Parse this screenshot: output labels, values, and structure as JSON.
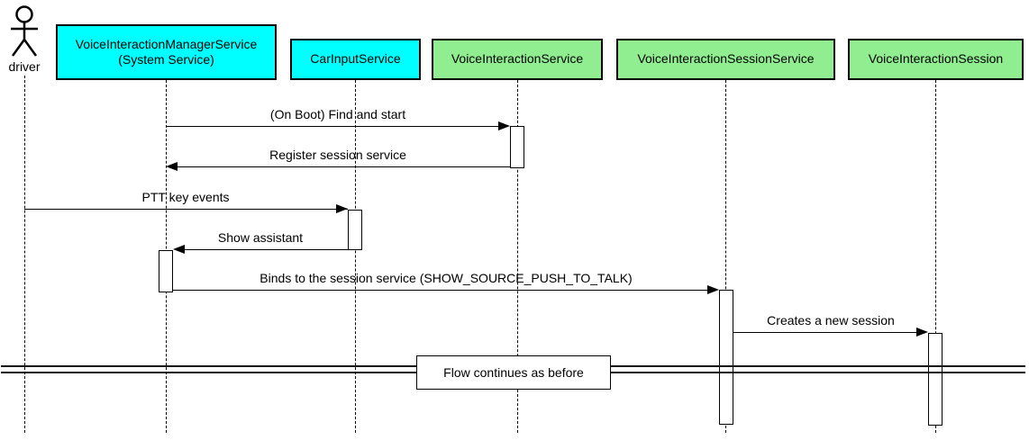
{
  "diagram": {
    "type": "uml-sequence-diagram",
    "actor": {
      "label": "driver"
    },
    "participants": [
      {
        "label": "VoiceInteractionManagerService\n(System Service)",
        "fill": "#00FFFF"
      },
      {
        "label": "CarInputService",
        "fill": "#00FFFF"
      },
      {
        "label": "VoiceInteractionService",
        "fill": "#90EE90"
      },
      {
        "label": "VoiceInteractionSessionService",
        "fill": "#90EE90"
      },
      {
        "label": "VoiceInteractionSession",
        "fill": "#90EE90"
      }
    ],
    "messages": [
      {
        "label": "(On Boot) Find and start",
        "from": "VoiceInteractionManagerService",
        "to": "VoiceInteractionService",
        "direction": "right"
      },
      {
        "label": "Register session service",
        "from": "VoiceInteractionService",
        "to": "VoiceInteractionManagerService",
        "direction": "left"
      },
      {
        "label": "PTT key events",
        "from": "driver",
        "to": "CarInputService",
        "direction": "right"
      },
      {
        "label": "Show assistant",
        "from": "CarInputService",
        "to": "VoiceInteractionManagerService",
        "direction": "left"
      },
      {
        "label": "Binds to the session service (SHOW_SOURCE_PUSH_TO_TALK)",
        "from": "VoiceInteractionManagerService",
        "to": "VoiceInteractionSessionService",
        "direction": "right"
      },
      {
        "label": "Creates a new session",
        "from": "VoiceInteractionSessionService",
        "to": "VoiceInteractionSession",
        "direction": "right"
      }
    ],
    "divider": {
      "label": "Flow continues as before"
    },
    "colors": {
      "participant_cyan": "#00FFFF",
      "participant_green": "#90EE90",
      "line": "#000000",
      "background": "#FFFFFF"
    }
  }
}
